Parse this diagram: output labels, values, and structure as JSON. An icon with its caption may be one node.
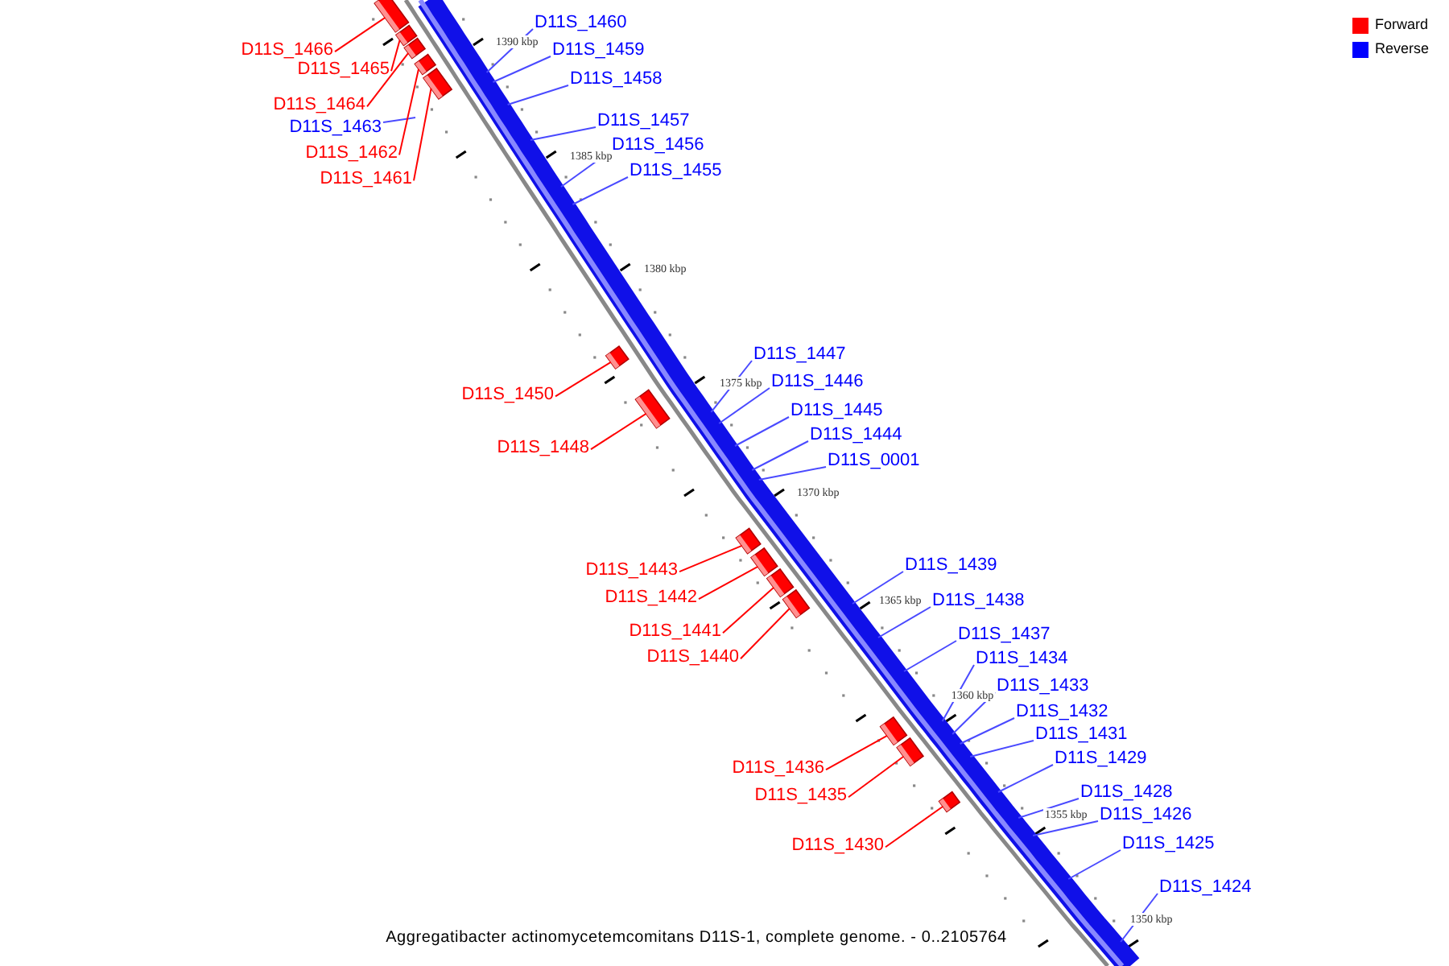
{
  "diagram": {
    "caption": "Aggregatibacter actinomycetemcomitans D11S-1, complete genome. - 0..2105764",
    "nodes": [
      {
        "text": [
          "D11S_1460"
        ]
      },
      {
        "text": [
          "D11S_1466"
        ]
      },
      {
        "text": [],
        "shape": "box"
      },
      {
        "text": [
          "D11S_1459"
        ]
      },
      {
        "text": [
          "D11S_1465"
        ]
      },
      {
        "text": [],
        "shape": "box"
      },
      {
        "text": [
          "D11S_1458"
        ]
      },
      {
        "text": [
          "D11S_1464"
        ]
      },
      {
        "text": [],
        "shape": "box"
      },
      {
        "text": [
          "D11S_1457"
        ]
      },
      {
        "text": [
          "D11S_1463"
        ]
      },
      {
        "text": [
          "D11S_1456"
        ]
      },
      {
        "text": [
          "D11S_1462"
        ]
      },
      {
        "text": [],
        "shape": "box"
      },
      {
        "text": [
          "D11S_1455"
        ]
      },
      {
        "text": [
          "D11S_1461"
        ]
      },
      {
        "text": [],
        "shape": "box"
      },
      {
        "text": [
          "D11S_1447"
        ]
      },
      {
        "text": [
          "D11S_1446"
        ]
      },
      {
        "text": [
          "D11S_1450"
        ]
      },
      {
        "text": [],
        "shape": "box"
      },
      {
        "text": [
          "D11S_1445"
        ]
      },
      {
        "text": [
          "D11S_1444"
        ]
      },
      {
        "text": [
          "D11S_1448"
        ]
      },
      {
        "text": [],
        "shape": "box"
      },
      {
        "text": [
          "D11S_0001"
        ]
      },
      {
        "text": [
          "D11S_1439"
        ]
      },
      {
        "text": [
          "D11S_1443"
        ]
      },
      {
        "text": [],
        "shape": "box"
      },
      {
        "text": [
          "D11S_1442"
        ]
      },
      {
        "text": [],
        "shape": "box"
      },
      {
        "text": [
          "D11S_1438"
        ]
      },
      {
        "text": [
          "D11S_1441"
        ]
      },
      {
        "text": [],
        "shape": "box"
      },
      {
        "text": [
          "D11S_1437"
        ]
      },
      {
        "text": [
          "D11S_1440"
        ]
      },
      {
        "text": [],
        "shape": "box"
      },
      {
        "text": [
          "D11S_1434"
        ]
      },
      {
        "text": [
          "D11S_1433"
        ]
      },
      {
        "text": [
          "D11S_1432"
        ]
      },
      {
        "text": [
          "D11S_1431"
        ]
      },
      {
        "text": [
          "D11S_1429"
        ]
      },
      {
        "text": [
          "D11S_1436"
        ]
      },
      {
        "text": [],
        "shape": "box"
      },
      {
        "text": [
          "D11S_1435"
        ]
      },
      {
        "text": [],
        "shape": "box"
      },
      {
        "text": [
          "D11S_1428"
        ]
      },
      {
        "text": [
          "D11S_1426"
        ]
      },
      {
        "text": [
          "D11S_1430"
        ]
      },
      {
        "text": [],
        "shape": "box"
      },
      {
        "text": [
          "D11S_1425"
        ]
      },
      {
        "text": [
          "D11S_1424"
        ]
      }
    ],
    "edges": [
      {
        "from": 0,
        "to": null,
        "arrow": "none"
      },
      {
        "from": 1,
        "to": 2,
        "arrow": "none",
        "color": "#ff0000"
      },
      {
        "from": 3,
        "to": null,
        "arrow": "none"
      },
      {
        "from": 4,
        "to": 5,
        "arrow": "none",
        "color": "#ff0000"
      },
      {
        "from": 6,
        "to": null,
        "arrow": "none"
      },
      {
        "from": 7,
        "to": 8,
        "arrow": "none",
        "color": "#ff0000"
      },
      {
        "from": 9,
        "to": null,
        "arrow": "none"
      },
      {
        "from": 10,
        "to": null,
        "arrow": "none"
      },
      {
        "from": 11,
        "to": null,
        "arrow": "none"
      },
      {
        "from": 12,
        "to": 13,
        "arrow": "none",
        "color": "#ff0000"
      },
      {
        "from": 14,
        "to": null,
        "arrow": "none"
      },
      {
        "from": 15,
        "to": 16,
        "arrow": "none",
        "color": "#ff0000"
      },
      {
        "from": 17,
        "to": null,
        "arrow": "none"
      },
      {
        "from": 18,
        "to": null,
        "arrow": "none"
      },
      {
        "from": 19,
        "to": 20,
        "arrow": "none",
        "color": "#ff0000"
      },
      {
        "from": 21,
        "to": null,
        "arrow": "none"
      },
      {
        "from": 22,
        "to": null,
        "arrow": "none"
      },
      {
        "from": 23,
        "to": 24,
        "arrow": "none",
        "color": "#ff0000"
      },
      {
        "from": 25,
        "to": null,
        "arrow": "none"
      },
      {
        "from": 26,
        "to": null,
        "arrow": "none"
      },
      {
        "from": 27,
        "to": 28,
        "arrow": "none",
        "color": "#ff0000"
      },
      {
        "from": 29,
        "to": 30,
        "arrow": "none",
        "color": "#ff0000"
      },
      {
        "from": 31,
        "to": null,
        "arrow": "none"
      },
      {
        "from": 32,
        "to": 33,
        "arrow": "none",
        "color": "#ff0000"
      },
      {
        "from": 34,
        "to": null,
        "arrow": "none"
      },
      {
        "from": 35,
        "to": 36,
        "arrow": "none",
        "color": "#ff0000"
      },
      {
        "from": 37,
        "to": null,
        "arrow": "none"
      },
      {
        "from": 38,
        "to": null,
        "arrow": "none"
      },
      {
        "from": 39,
        "to": null,
        "arrow": "none"
      },
      {
        "from": 40,
        "to": null,
        "arrow": "none"
      },
      {
        "from": 41,
        "to": null,
        "arrow": "none"
      },
      {
        "from": 42,
        "to": 43,
        "arrow": "none",
        "color": "#ff0000"
      },
      {
        "from": 44,
        "to": 45,
        "arrow": "none",
        "color": "#ff0000"
      },
      {
        "from": 46,
        "to": null,
        "arrow": "none"
      },
      {
        "from": 47,
        "to": null,
        "arrow": "none"
      },
      {
        "from": 48,
        "to": 49,
        "arrow": "none",
        "color": "#ff0000"
      },
      {
        "from": 50,
        "to": null,
        "arrow": "none"
      },
      {
        "from": 51,
        "to": null,
        "arrow": "none"
      }
    ],
    "labels": [
      "1390 kbp",
      "1385 kbp",
      "1380 kbp",
      "1375 kbp",
      "1370 kbp",
      "1365 kbp",
      "1360 kbp",
      "1355 kbp",
      "1350 kbp"
    ],
    "legend": [
      {
        "text": "Forward",
        "color": "#ff0000"
      },
      {
        "text": "Reverse",
        "color": "#0000ff"
      }
    ]
  }
}
